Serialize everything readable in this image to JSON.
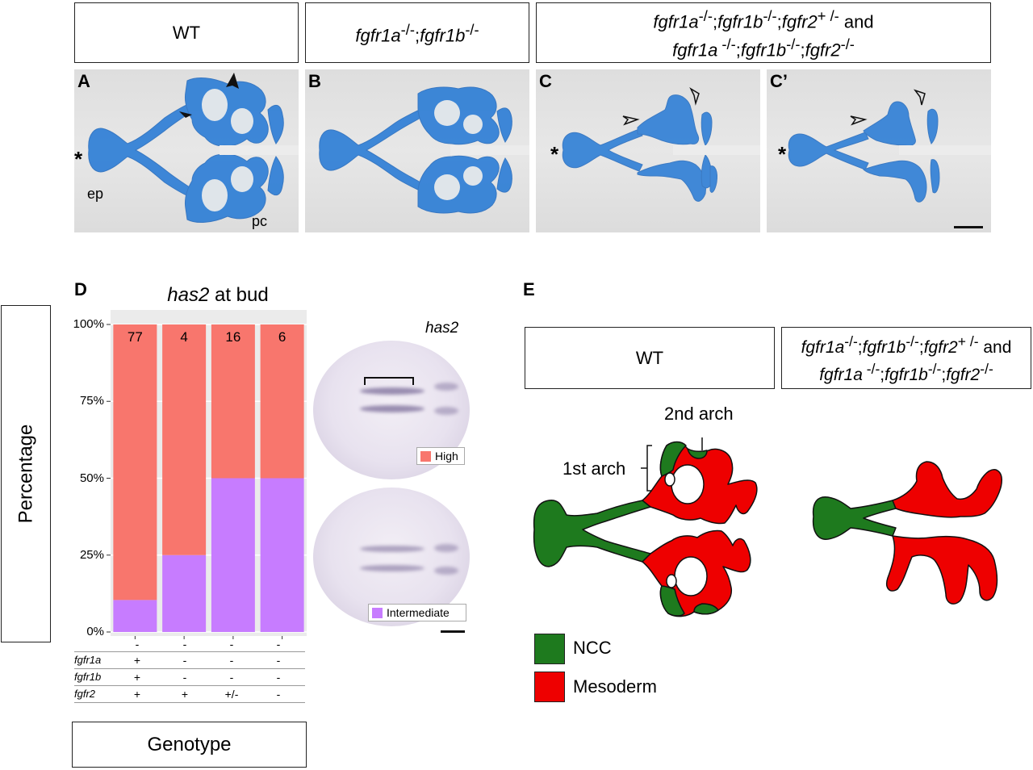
{
  "colors": {
    "cartilage": "#2f7fd6",
    "ncc": "#1e7a1e",
    "mesoderm": "#ee0000",
    "high": "#f8766d",
    "intermediate": "#c77cff"
  },
  "top_headers": {
    "wt": "WT",
    "double_a": "fgfr1a",
    "double_a_sup": "-/-",
    "double_b": "fgfr1b",
    "double_b_sup": "-/-",
    "triple_line1_a": "fgfr1a",
    "triple_line1_a_sup": "-/-",
    "triple_line1_b": "fgfr1b",
    "triple_line1_b_sup": "-/-",
    "triple_line1_c": "fgfr2",
    "triple_line1_c_sup": "+ /-",
    "triple_and": "and",
    "triple_line2_a": "fgfr1a",
    "triple_line2_a_sup": " -/-",
    "triple_line2_b": "fgfr1b",
    "triple_line2_b_sup": "-/-",
    "triple_line2_c": "fgfr2",
    "triple_line2_c_sup": "-/-"
  },
  "panels": {
    "a": "A",
    "b": "B",
    "c": "C",
    "c_prime": "C’",
    "ep": "ep",
    "pc": "pc",
    "star": "*"
  },
  "panel_d": {
    "label": "D",
    "title_italic": "has2",
    "title_rest": " at bud",
    "y_axis_label": "Percentage",
    "x_axis_label": "Genotype",
    "embryo_label": "has2",
    "legend_high": "High",
    "legend_intermediate": "Intermediate",
    "row_labels": [
      "fgfr1a",
      "fgfr1b",
      "fgfr2"
    ],
    "columns": [
      {
        "fgfr1a": "+",
        "fgfr1b": "+",
        "fgfr2": "+"
      },
      {
        "fgfr1a": "-",
        "fgfr1b": "-",
        "fgfr2": "+"
      },
      {
        "fgfr1a": "-",
        "fgfr1b": "-",
        "fgfr2": "+/-"
      },
      {
        "fgfr1a": "-",
        "fgfr1b": "-",
        "fgfr2": "-"
      }
    ],
    "top_marks": [
      "-",
      "-",
      "-",
      "-"
    ]
  },
  "chart_data": {
    "type": "bar",
    "stacked": true,
    "title": "has2 at bud",
    "ylabel": "Percentage",
    "xlabel": "Genotype",
    "categories": [
      "+ / + / +",
      "- / - / +",
      "- / - / +/-",
      "- / - / -"
    ],
    "yticks": [
      "0%",
      "25%",
      "50%",
      "75%",
      "100%"
    ],
    "ylim": [
      0,
      100
    ],
    "counts": [
      "77",
      "4",
      "16",
      "6"
    ],
    "series": [
      {
        "name": "Intermediate",
        "values": [
          10.4,
          25,
          50,
          50
        ]
      },
      {
        "name": "High",
        "values": [
          89.6,
          75,
          50,
          50
        ]
      }
    ],
    "legend": "inset"
  },
  "panel_e": {
    "label": "E",
    "wt": "WT",
    "mut_line1_a": "fgfr1a",
    "mut_line1_a_sup": "-/-",
    "mut_line1_b": "fgfr1b",
    "mut_line1_b_sup": "-/-",
    "mut_line1_c": "fgfr2",
    "mut_line1_c_sup": "+ /-",
    "mut_and": "and",
    "mut_line2_a": "fgfr1a",
    "mut_line2_a_sup": " -/-",
    "mut_line2_b": "fgfr1b",
    "mut_line2_b_sup": "-/-",
    "mut_line2_c": "fgfr2",
    "mut_line2_c_sup": "-/-",
    "second_arch": "2nd arch",
    "first_arch": "1st arch",
    "legend_ncc": "NCC",
    "legend_mesoderm": "Mesoderm"
  }
}
